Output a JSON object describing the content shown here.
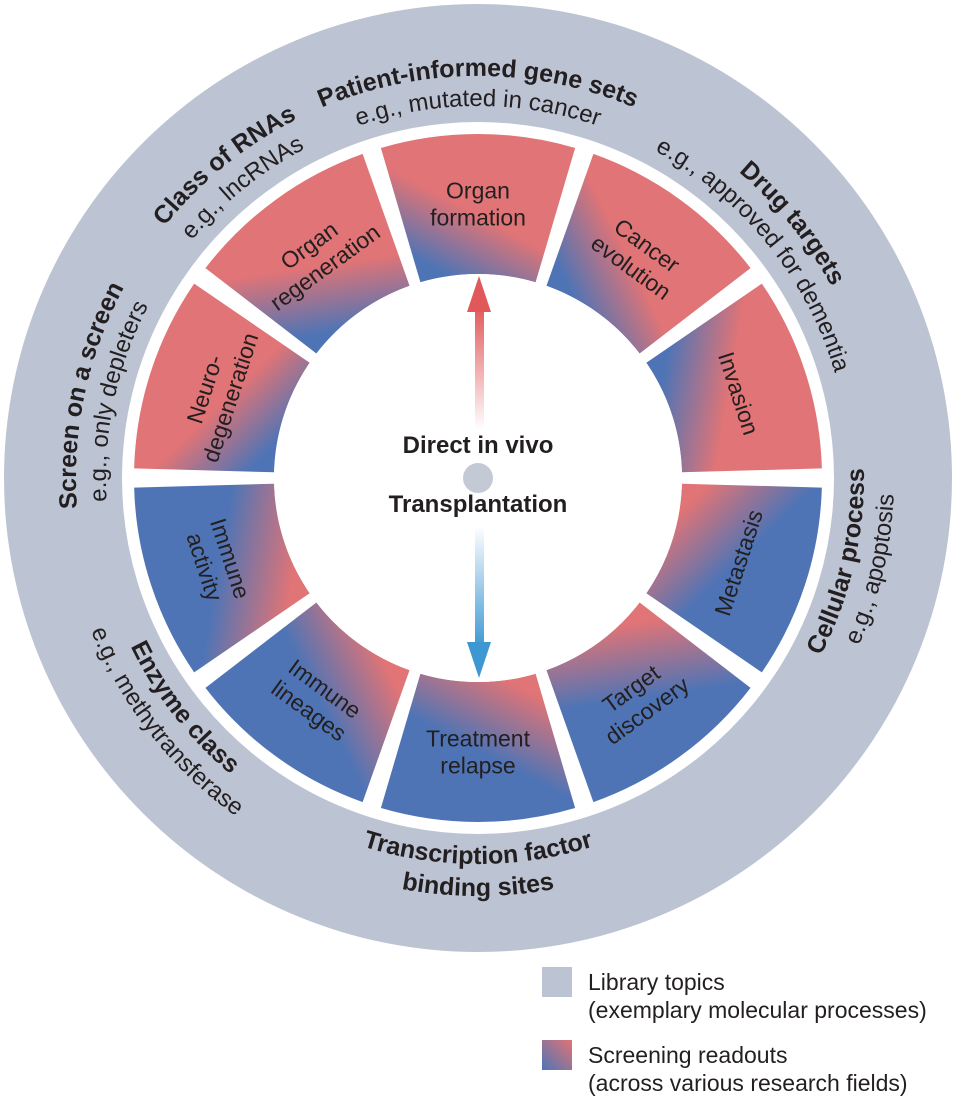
{
  "colors": {
    "outer_ring": "#bcc3d3",
    "segment_blue": "#4f74b5",
    "segment_red": "#e07476",
    "center_dot": "#c4c9d6",
    "arrow_up": "#e1585a",
    "arrow_down": "#3d97d3",
    "gap": "#ffffff",
    "text": "#231f20"
  },
  "library_topics": [
    {
      "title": "Patient-informed gene sets",
      "subtitle": "e.g., mutated in cancer"
    },
    {
      "title": "Drug targets",
      "subtitle": "e.g., approved for dementia"
    },
    {
      "title": "Cellular process",
      "subtitle": "e.g., apoptosis"
    },
    {
      "title": "Transcription factor",
      "title2": "binding sites"
    },
    {
      "title": "Enzyme class",
      "subtitle": "e.g., methytransferase"
    },
    {
      "title": "Screen on a screen",
      "subtitle": "e.g., only depleters"
    },
    {
      "title": "Class of RNAs",
      "subtitle": "e.g., lncRNAs"
    }
  ],
  "readouts": [
    {
      "lines": [
        "Organ",
        "formation"
      ]
    },
    {
      "lines": [
        "Cancer",
        "evolution"
      ]
    },
    {
      "lines": [
        "Invasion"
      ]
    },
    {
      "lines": [
        "Metastasis"
      ]
    },
    {
      "lines": [
        "Target",
        "discovery"
      ]
    },
    {
      "lines": [
        "Treatment",
        "relapse"
      ]
    },
    {
      "lines": [
        "Immune",
        "lineages"
      ]
    },
    {
      "lines": [
        "Immune",
        "activity"
      ]
    },
    {
      "lines": [
        "Neuro-",
        "degeneration"
      ]
    },
    {
      "lines": [
        "Organ",
        "regeneration"
      ]
    }
  ],
  "center": {
    "top_label": "Direct in vivo",
    "bottom_label": "Transplantation"
  },
  "legend": [
    {
      "swatch": "library-topics",
      "line1": "Library topics",
      "line2": "(exemplary molecular processes)"
    },
    {
      "swatch": "screening-readouts",
      "line1": "Screening readouts",
      "line2": "(across various research fields)"
    }
  ]
}
